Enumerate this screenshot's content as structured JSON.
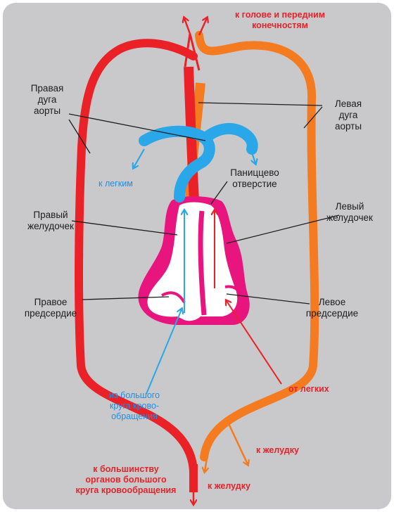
{
  "labels": {
    "to_head": "к голове и передним\nконечностям",
    "right_arch": "Правая\nдуга\nаорты",
    "left_arch": "Левая\nдуга\nаорты",
    "to_lungs": "к легким",
    "panizza": "Паниццево\nотверстие",
    "right_ventricle": "Правый\nжелудочек",
    "left_ventricle": "Левый\nжелудочек",
    "right_atrium": "Правое\nпредсердие",
    "left_atrium": "Левое\nпредсердие",
    "from_body": "из большого\nкруга крово-\nобращения",
    "from_lungs": "от легких",
    "to_stomach_1": "к желудку",
    "to_stomach_2": "к желудку",
    "to_organs": "к большинству\nорганов большого\nкруга кровообращения"
  },
  "colors": {
    "background": "#c9c9cb",
    "arterial_right": "#ea2127",
    "arterial_left": "#f47b20",
    "pulmonary": "#2aa7e8",
    "heart_wall": "#e8157f",
    "heart_inner": "#ffffff",
    "text_dark": "#1d1d1d",
    "text_red": "#e3232a",
    "text_blue": "#1e8ee8"
  }
}
